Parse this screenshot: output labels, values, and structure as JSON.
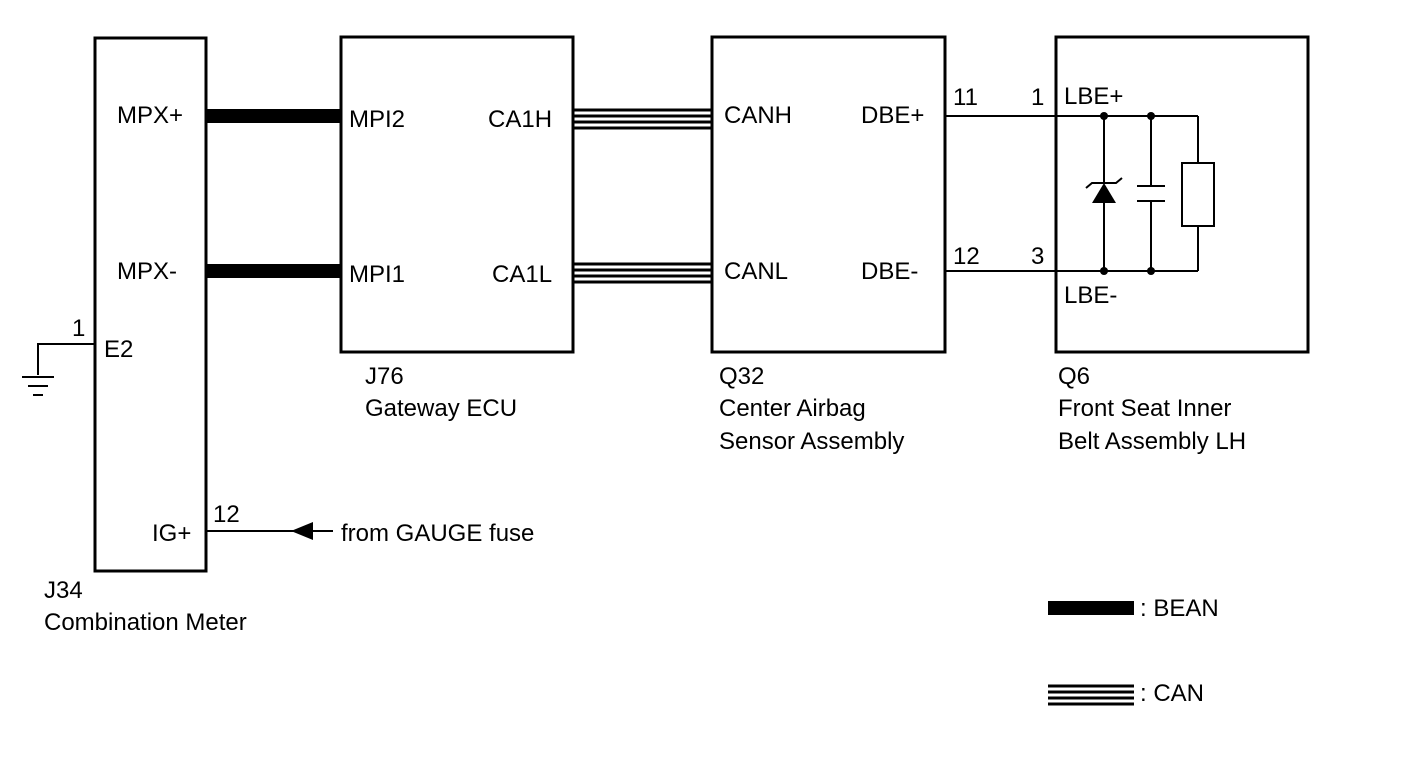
{
  "components": {
    "meter": {
      "code": "J34",
      "name": "Combination Meter",
      "pins": {
        "mpx_plus": "MPX+",
        "mpx_minus": "MPX-",
        "e2": "E2",
        "ig_plus": "IG+"
      },
      "pin_numbers": {
        "e2": "1",
        "ig_plus": "12"
      }
    },
    "gateway": {
      "code": "J76",
      "name": "Gateway ECU",
      "pins": {
        "mpi2": "MPI2",
        "mpi1": "MPI1",
        "ca1h": "CA1H",
        "ca1l": "CA1L"
      }
    },
    "airbag": {
      "code": "Q32",
      "name_line1": "Center Airbag",
      "name_line2": "Sensor Assembly",
      "pins": {
        "canh": "CANH",
        "canl": "CANL",
        "dbe_plus": "DBE+",
        "dbe_minus": "DBE-"
      },
      "pin_numbers": {
        "dbe_plus": "11",
        "dbe_minus": "12"
      }
    },
    "belt": {
      "code": "Q6",
      "name_line1": "Front Seat Inner",
      "name_line2": "Belt Assembly LH",
      "pins": {
        "lbe_plus": "LBE+",
        "lbe_minus": "LBE-"
      },
      "pin_numbers": {
        "lbe_plus": "1",
        "lbe_minus": "3"
      }
    }
  },
  "supply": {
    "label": "from GAUGE fuse"
  },
  "legend": {
    "bean": ": BEAN",
    "can": ": CAN"
  }
}
